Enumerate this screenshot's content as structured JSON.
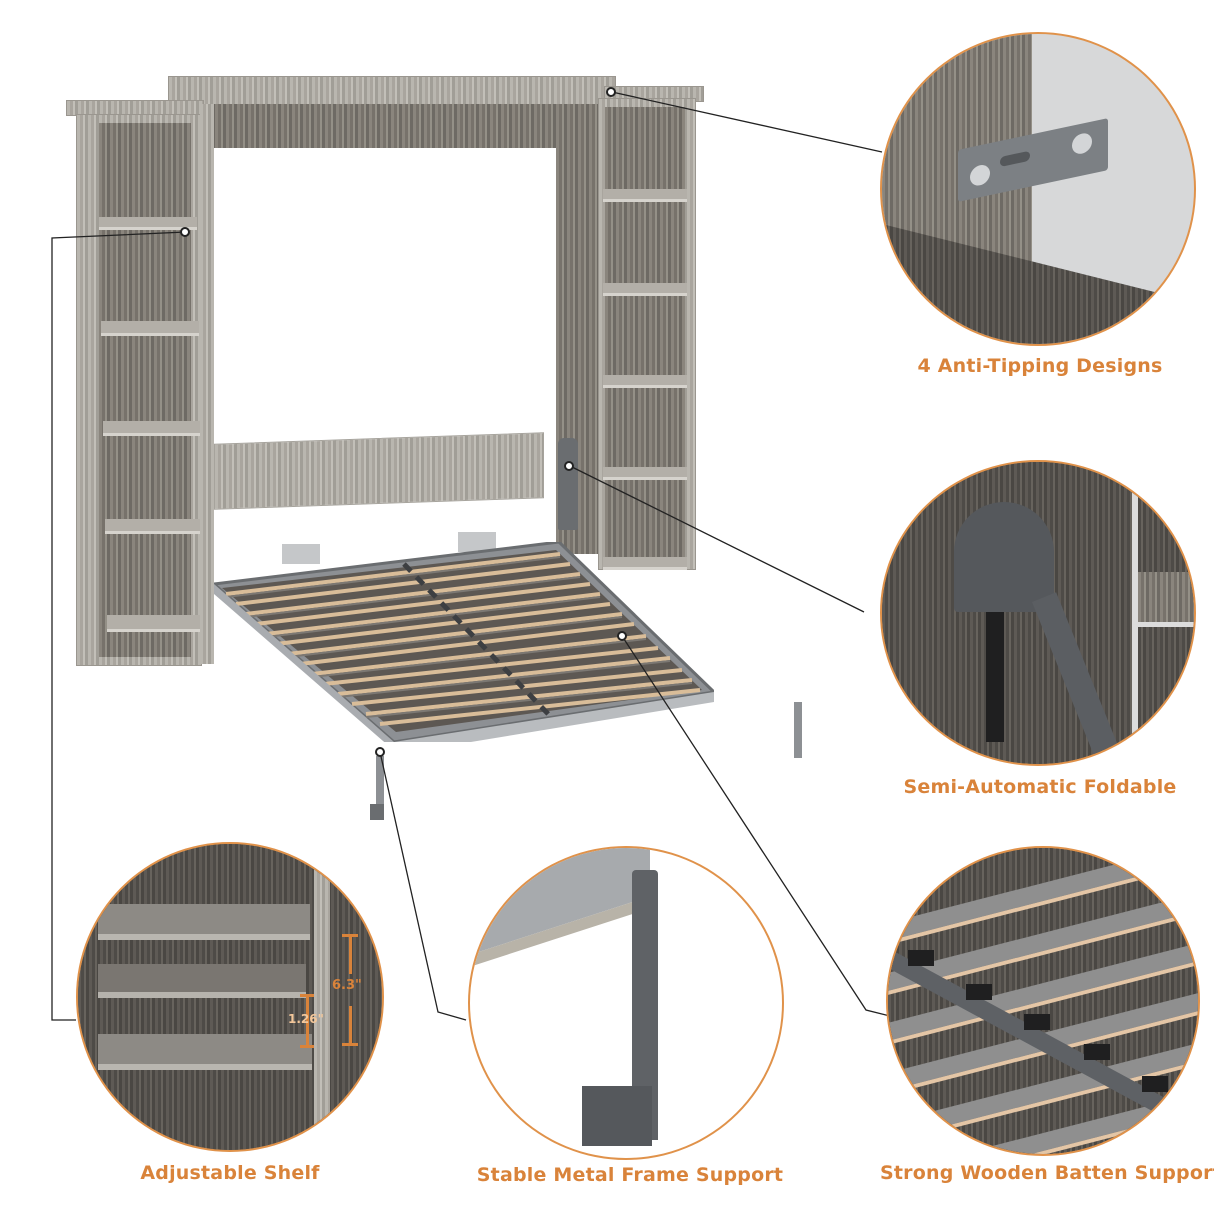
{
  "features": [
    {
      "id": "anti-tipping",
      "label": "4 Anti-Tipping Designs"
    },
    {
      "id": "foldable",
      "label": "Semi-Automatic Foldable"
    },
    {
      "id": "adjustable-shelf",
      "label": "Adjustable Shelf"
    },
    {
      "id": "metal-frame",
      "label": "Stable Metal Frame Support"
    },
    {
      "id": "wooden-batten",
      "label": "Strong Wooden Batten Support"
    }
  ],
  "dimensions": {
    "shelf_gap": "6.3\"",
    "shelf_step": "1.26\""
  },
  "colors": {
    "accent": "#d9833a",
    "circle_border": "#e0924a",
    "wood_gray": "#8a857d",
    "metal_gray": "#6a6d70",
    "callout_line": "#222222"
  }
}
